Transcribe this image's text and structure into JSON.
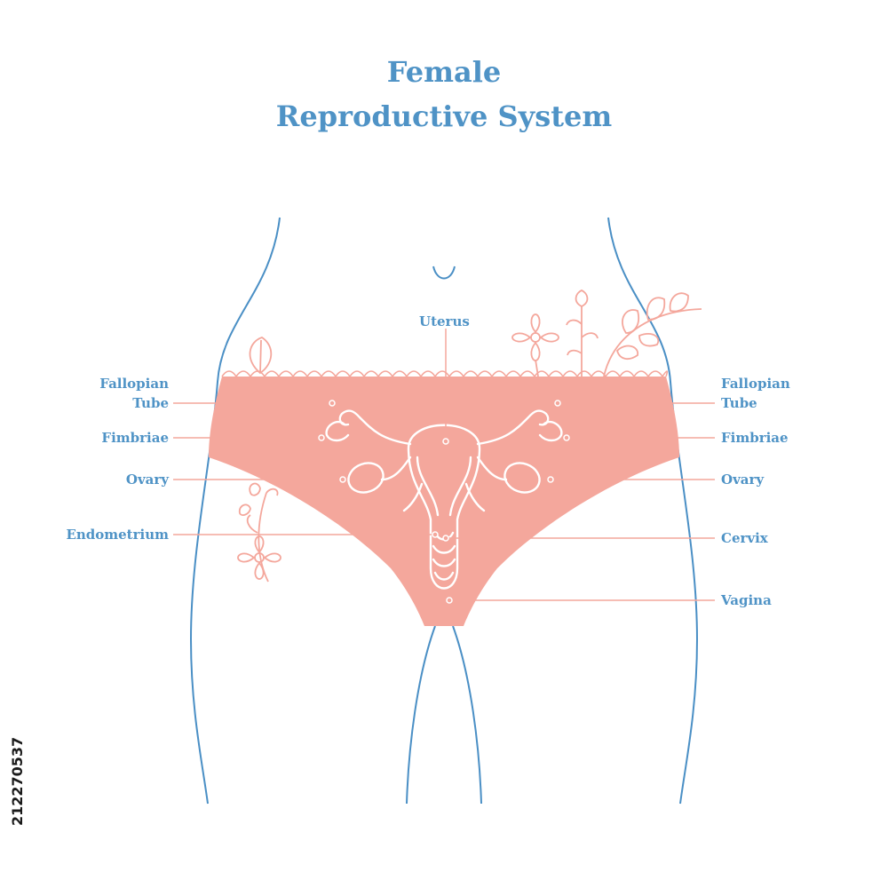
{
  "title": {
    "line1": "Female",
    "line2": "Reproductive System"
  },
  "labels": {
    "uterus": "Uterus",
    "fallopian_left_1": "Fallopian",
    "fallopian_left_2": "Tube",
    "fimbriae_left": "Fimbriae",
    "ovary_left": "Ovary",
    "endometrium": "Endometrium",
    "fallopian_right_1": "Fallopian",
    "fallopian_right_2": "Tube",
    "fimbriae_right": "Fimbriae",
    "ovary_right": "Ovary",
    "cervix": "Cervix",
    "vagina": "Vagina"
  },
  "stock_id": "212270537",
  "colors": {
    "label_blue": "#4f93c6",
    "body_outline": "#4a8fc5",
    "garment_pink": "#f4a79c",
    "leader_line": "#f4a79c",
    "organ_stroke": "#ffffff"
  }
}
